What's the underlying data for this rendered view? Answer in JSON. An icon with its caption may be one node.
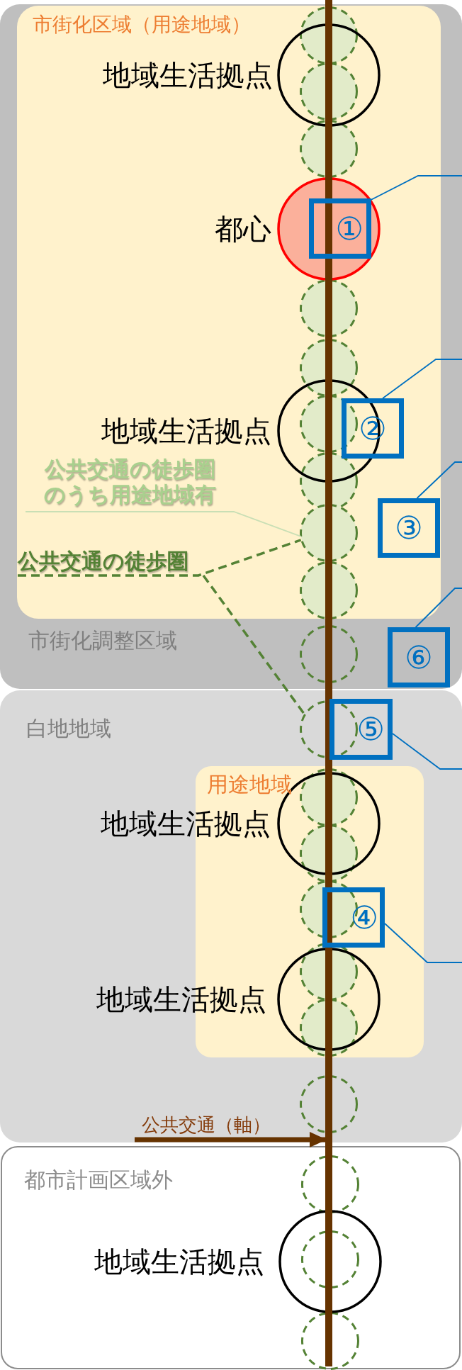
{
  "diagram": {
    "nodes": [
      {
        "text": [
          "市街化調整区域"
        ]
      },
      {
        "text": [
          "市街化区域（用途地域）"
        ],
        "in": 0
      },
      {
        "text": [
          "地域生活拠点"
        ],
        "in": 1
      },
      {
        "text": [
          "都心"
        ],
        "in": 1
      },
      {
        "text": [
          "地域生活拠点"
        ],
        "in": 1
      },
      {
        "text": [
          "公共交通の徒歩圏のうち用途地域有"
        ],
        "in": 1
      },
      {
        "text": [
          "公共交通の徒歩圏"
        ],
        "in": 1
      },
      {
        "text": [
          "①"
        ],
        "in": 3
      },
      {
        "text": [
          "②"
        ],
        "in": 1
      },
      {
        "text": [
          "③"
        ],
        "in": 1
      },
      {
        "text": [
          "⑥"
        ],
        "in": 0
      },
      {
        "text": [
          "白地地域"
        ]
      },
      {
        "text": [
          "用途地域"
        ],
        "in": 11
      },
      {
        "text": [
          "地域生活拠点"
        ],
        "in": 12
      },
      {
        "text": [
          "地域生活拠点"
        ],
        "in": 12
      },
      {
        "text": [
          "⑤"
        ],
        "in": 11
      },
      {
        "text": [
          "④"
        ],
        "in": 12
      },
      {
        "text": [
          "公共交通（軸）"
        ],
        "in": 11
      },
      {
        "text": [
          "都市計画区域外"
        ]
      },
      {
        "text": [
          "地域生活拠点"
        ],
        "in": 18
      },
      {
        "text": [],
        "shape": "bar"
      },
      {
        "text": [],
        "shape": "circle",
        "in": 1
      },
      {
        "text": [],
        "shape": "circle",
        "in": 2
      },
      {
        "text": [],
        "shape": "circle",
        "in": 1
      },
      {
        "text": [],
        "shape": "circle",
        "in": 1
      },
      {
        "text": [],
        "shape": "circle",
        "in": 1
      },
      {
        "text": [],
        "shape": "circle",
        "in": 4
      },
      {
        "text": [],
        "shape": "circle",
        "in": 1
      },
      {
        "text": [],
        "shape": "circle",
        "in": 1
      },
      {
        "text": [],
        "shape": "circle",
        "in": 1
      },
      {
        "text": [],
        "shape": "circle",
        "in": 0
      },
      {
        "text": [],
        "shape": "circle",
        "in": 11
      },
      {
        "text": [],
        "shape": "circle",
        "in": 13
      },
      {
        "text": [],
        "shape": "circle",
        "in": 12
      },
      {
        "text": [],
        "shape": "circle",
        "in": 12
      },
      {
        "text": [],
        "shape": "circle",
        "in": 12
      },
      {
        "text": [],
        "shape": "circle",
        "in": 12
      },
      {
        "text": [],
        "shape": "circle",
        "in": 11
      },
      {
        "text": [],
        "shape": "circle",
        "in": 18
      },
      {
        "text": [],
        "shape": "circle",
        "in": 19
      },
      {
        "text": [],
        "shape": "circle",
        "in": 18
      }
    ],
    "edges": [
      {
        "from": 5,
        "to": 28,
        "arrow": "none",
        "color": "#c9dfb5"
      },
      {
        "from": 6,
        "to": 28,
        "arrow": "none",
        "style": "dashed",
        "color": "#548235"
      },
      {
        "from": 6,
        "to": 31,
        "arrow": "none",
        "style": "dashed",
        "color": "#548235"
      },
      {
        "from": 17,
        "to": 20,
        "arrow": "to",
        "style": "thick",
        "color": "#663300"
      },
      {
        "from": 7,
        "to": null,
        "arrow": "none"
      },
      {
        "from": 8,
        "to": null,
        "arrow": "none"
      },
      {
        "from": 9,
        "to": null,
        "arrow": "none"
      },
      {
        "from": 10,
        "to": null,
        "arrow": "none"
      },
      {
        "from": 15,
        "to": null,
        "arrow": "none"
      },
      {
        "from": 16,
        "to": null,
        "arrow": "none"
      }
    ]
  }
}
